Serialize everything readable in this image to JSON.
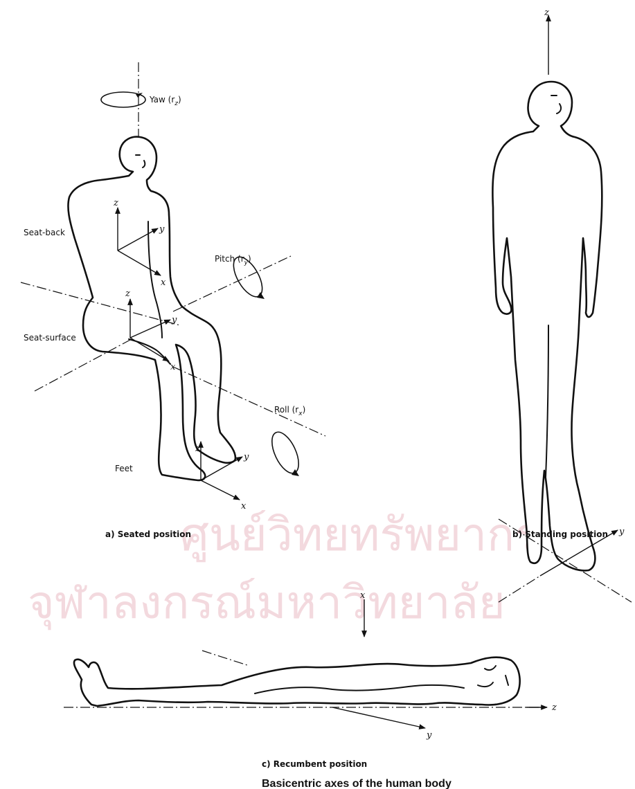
{
  "figure": {
    "title": "Basicentric axes of the human body",
    "captions": {
      "seated": "a) Seated position",
      "standing": "b) Standing position",
      "recumbent": "c) Recumbent position"
    },
    "seated_labels": {
      "seat_back": "Seat-back",
      "seat_surface": "Seat-surface",
      "feet": "Feet",
      "yaw": "Yaw (r",
      "yaw_sub": "z",
      "pitch": "Pitch (r",
      "pitch_sub": "y",
      "roll": "Roll (r",
      "roll_sub": "x",
      "close_paren": ")"
    },
    "axis_letters": {
      "x": "x",
      "y": "y",
      "z": "z"
    }
  },
  "watermark": {
    "line1": "ศูนย์วิทยทรัพยากร",
    "line2": "จุฬาลงกรณ์มหาวิทยาลัย",
    "color": "#f3d9de"
  },
  "colors": {
    "ink": "#111111",
    "background": "#ffffff"
  }
}
